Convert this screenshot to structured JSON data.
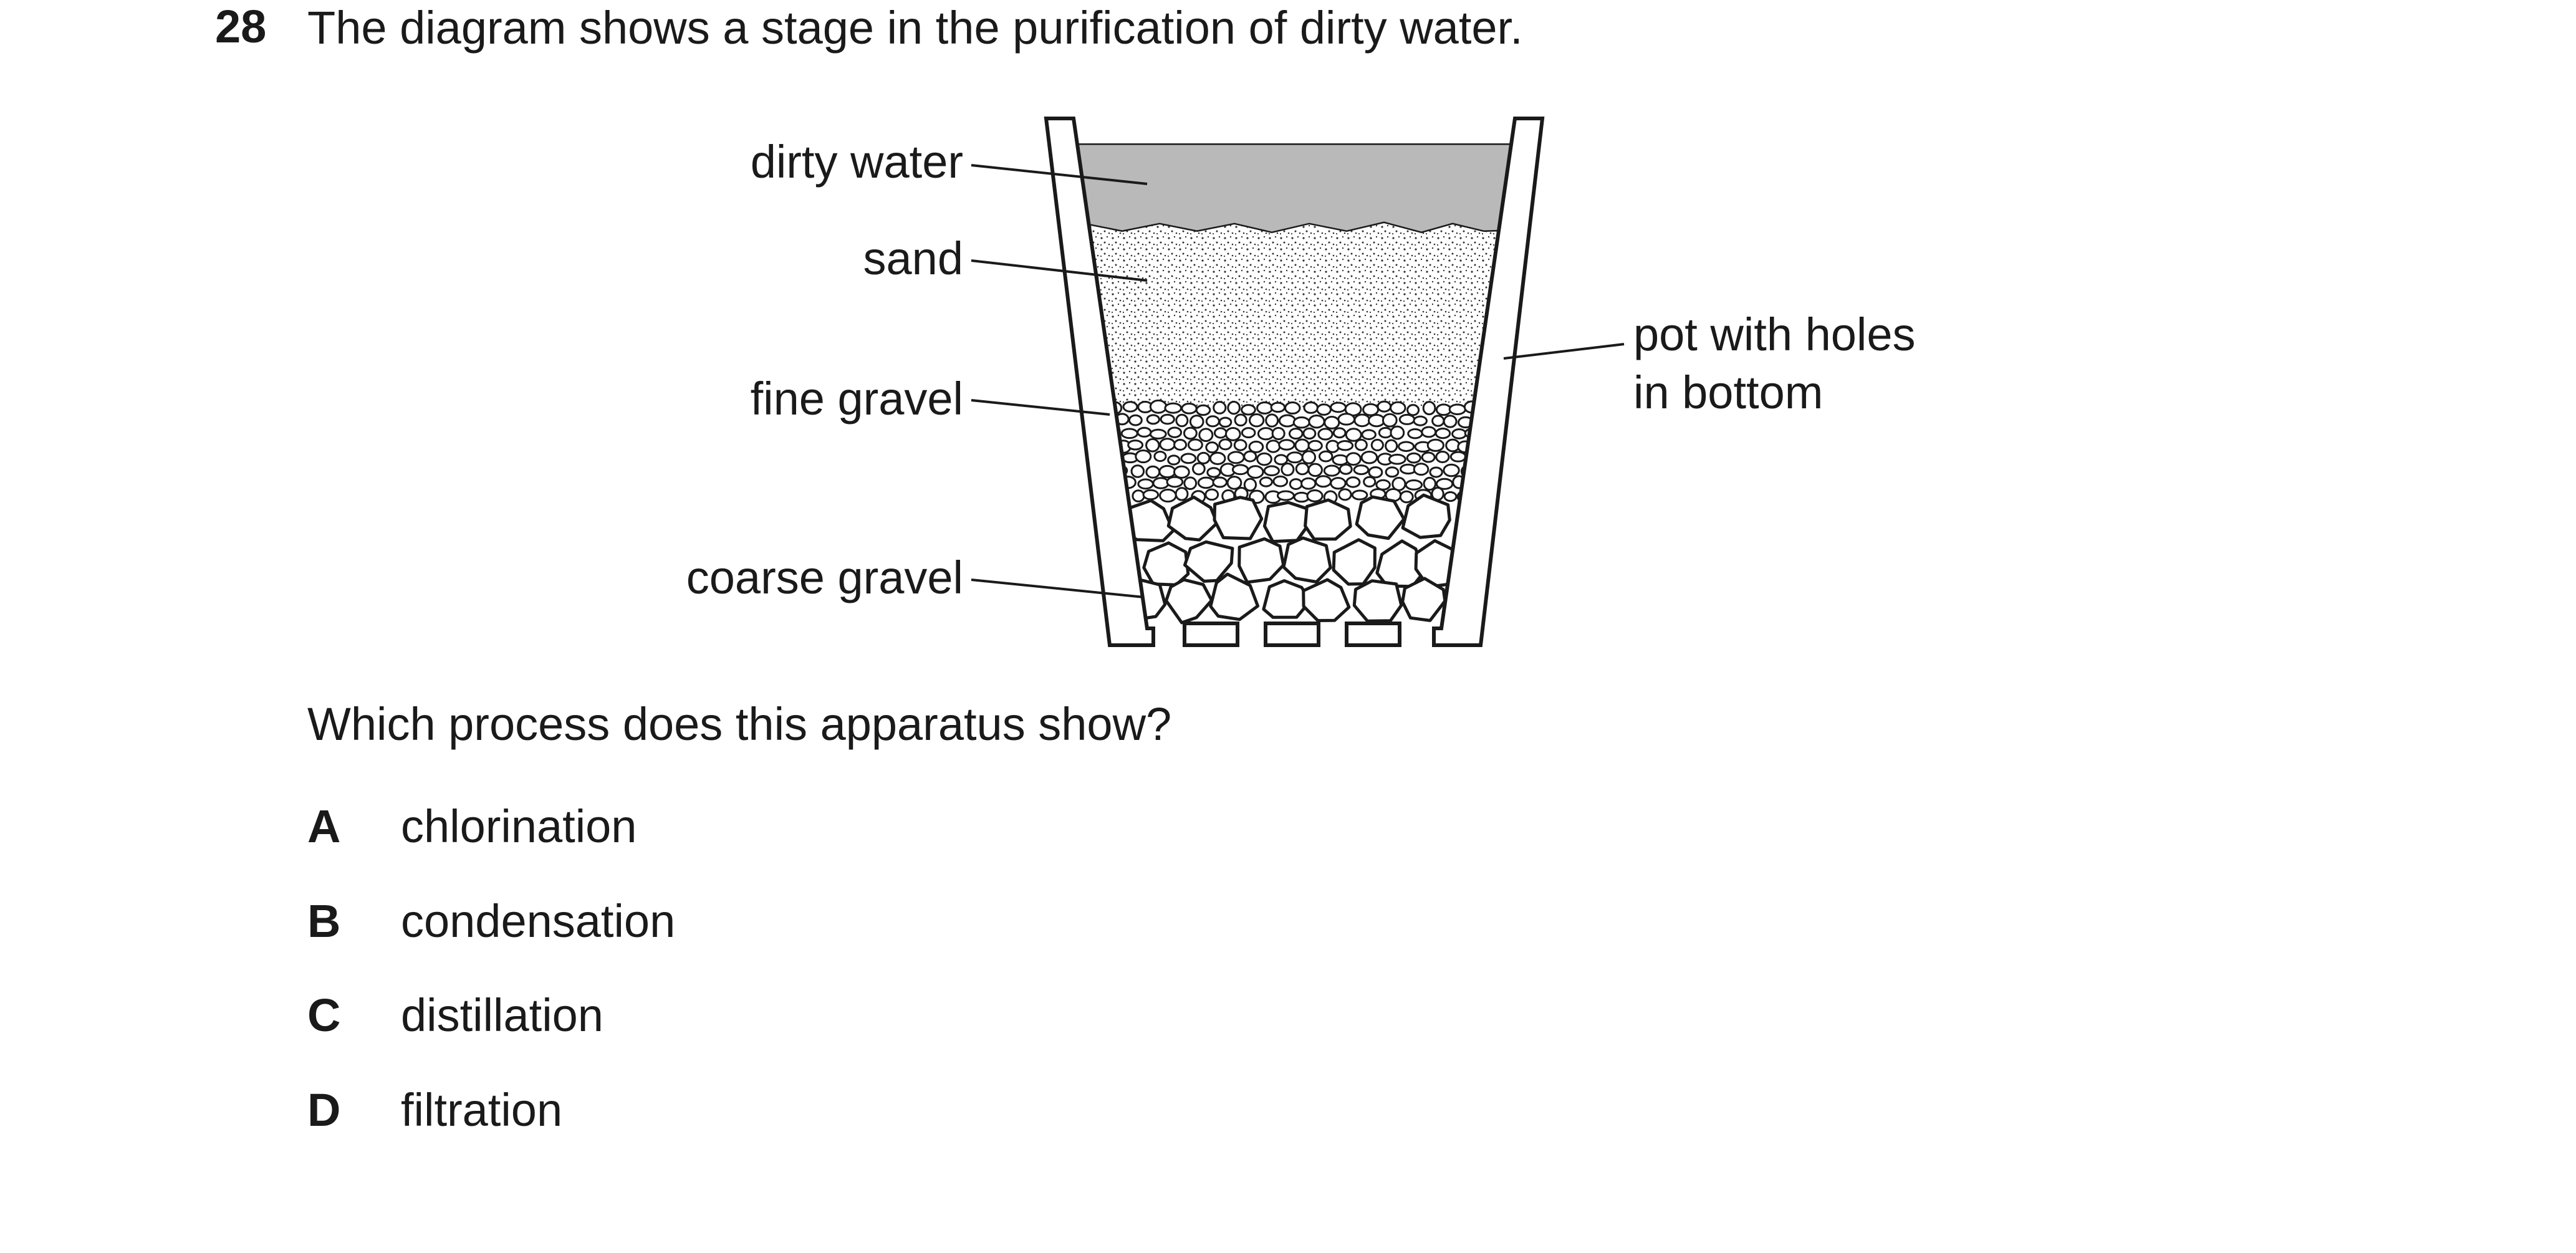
{
  "question": {
    "number": "28",
    "stem": "The diagram shows a stage in the purification of dirty water.",
    "prompt": "Which process does this apparatus show?"
  },
  "diagram": {
    "labels": {
      "dirty_water": "dirty water",
      "sand": "sand",
      "fine_gravel": "fine gravel",
      "coarse_gravel": "coarse gravel",
      "pot_line1": "pot with holes",
      "pot_line2": "in bottom"
    }
  },
  "options": [
    {
      "letter": "A",
      "text": "chlorination"
    },
    {
      "letter": "B",
      "text": "condensation"
    },
    {
      "letter": "C",
      "text": "distillation"
    },
    {
      "letter": "D",
      "text": "filtration"
    }
  ]
}
